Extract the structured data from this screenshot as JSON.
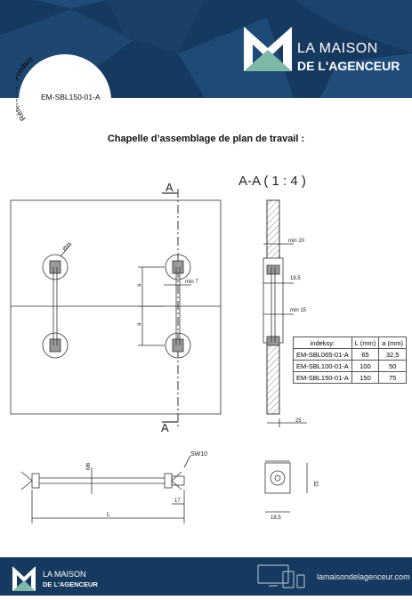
{
  "header": {
    "brand_line1": "LA MAISON",
    "brand_line2": "DE L'AGENCEUR"
  },
  "badge": {
    "label_ref": "Référence",
    "label_prod": "Produit",
    "code": "EM-SBL150-01-A"
  },
  "title": "Chapelle d’assemblage de plan de travail :",
  "drawing": {
    "section_top": "A",
    "section_bottom": "A",
    "section_view_title": "A-A ( 1 : 4 )",
    "dim_diameter": "Ø35",
    "dim_min7": "min 7",
    "dim_a1": "a",
    "dim_a2": "a",
    "dim_min20": "min 20",
    "dim_18_5_top": "18,5",
    "dim_min15": "min 15",
    "dim_25": "25",
    "dim_sw10": "SW10",
    "dim_m6": "M6",
    "dim_17": "17",
    "dim_L": "L",
    "dim_32": "32",
    "dim_18_5_bottom": "18,5"
  },
  "table": {
    "headers": [
      "indeksy:",
      "L (mm)",
      "a (mm)"
    ],
    "rows": [
      [
        "EM-SBL065-01-A",
        "65",
        "32,5"
      ],
      [
        "EM-SBL100-01-A",
        "100",
        "50"
      ],
      [
        "EM-SBL150-01-A",
        "150",
        "75"
      ]
    ]
  },
  "footer": {
    "brand_line1": "LA MAISON",
    "brand_line2": "DE L'AGENCEUR",
    "url": "lamaisondelagenceur.com"
  }
}
